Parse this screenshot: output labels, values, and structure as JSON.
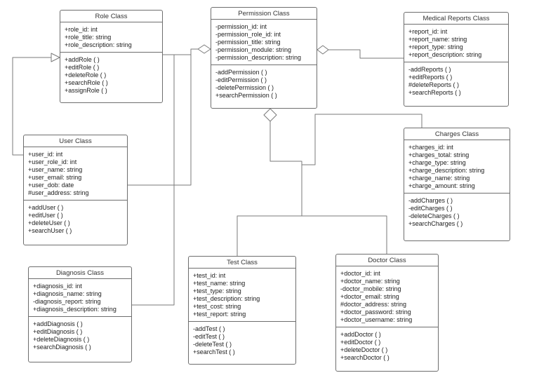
{
  "diagram": {
    "type": "uml-class-diagram",
    "classes": [
      {
        "name": "Role Class",
        "attributes": [
          "+role_id: int",
          "+role_title: string",
          "+role_description: string"
        ],
        "methods": [
          "+addRole ( )",
          "+editRole ( )",
          "+deleteRole ( )",
          "+searchRole ( )",
          "+assignRole ( )"
        ]
      },
      {
        "name": "Permission Class",
        "attributes": [
          "-permission_id: int",
          "-permission_role_id: int",
          "-permission_title: string",
          "-permission_module: string",
          "-permission_description: string"
        ],
        "methods": [
          "-addPermission ( )",
          "-editPermission ( )",
          "-deletePermission ( )",
          "+searchPermission ( )"
        ]
      },
      {
        "name": "Medical Reports Class",
        "attributes": [
          "+report_id: int",
          "+report_name: string",
          "+report_type: string",
          "+report_description: string"
        ],
        "methods": [
          "-addReports ( )",
          "+editReports ( )",
          "#deleteReports ( )",
          "+searchReports ( )"
        ]
      },
      {
        "name": "User Class",
        "attributes": [
          "+user_id: int",
          "+user_role_id: int",
          "+user_name: string",
          "+user_email: string",
          "+user_dob: date",
          "#user_address: string"
        ],
        "methods": [
          "+addUser ( )",
          "+editUser ( )",
          "+deleteUser ( )",
          "+searchUser ( )"
        ]
      },
      {
        "name": "Charges Class",
        "attributes": [
          "+charges_id: int",
          "+charges_total: string",
          "+charge_type: string",
          "+charge_description: string",
          "+charge_name: string",
          "+charge_amount: string"
        ],
        "methods": [
          "-addCharges ( )",
          "-editCharges ( )",
          "-deleteCharges ( )",
          "+searchCharges ( )"
        ]
      },
      {
        "name": "Diagnosis Class",
        "attributes": [
          "+diagnosis_id: int",
          "+diagnosis_name: string",
          "-diagnosis_report: string",
          "+diagnosis_description: string"
        ],
        "methods": [
          "+addDiagnosis ( )",
          "+editDiagnosis ( )",
          "+deleteDiagnosis ( )",
          "+searchDiagnosis ( )"
        ]
      },
      {
        "name": "Test Class",
        "attributes": [
          "+test_id: int",
          "+test_name: string",
          "+test_type: string",
          "+test_description: string",
          "+test_cost: string",
          "+test_report: string"
        ],
        "methods": [
          "-addTest ( )",
          "-editTest ( )",
          "-deleteTest ( )",
          "+searchTest ( )"
        ]
      },
      {
        "name": "Doctor Class",
        "attributes": [
          "+doctor_id: int",
          "+doctor_name: string",
          "-doctor_mobile: string",
          "+doctor_email: string",
          "#doctor_address: string",
          "+doctor_password: string",
          "+doctor_username: string"
        ],
        "methods": [
          "+addDoctor ( )",
          "+editDoctor ( )",
          "+deleteDoctor ( )",
          "+searchDoctor ( )"
        ]
      }
    ],
    "relationships": [
      {
        "type": "generalization",
        "from": "User Class",
        "to": "Role Class"
      },
      {
        "type": "aggregation",
        "owner": "Permission Class",
        "parts": [
          "Role Class",
          "User Class",
          "Diagnosis Class"
        ]
      },
      {
        "type": "aggregation",
        "owner": "Permission Class",
        "parts": [
          "Medical Reports Class"
        ]
      },
      {
        "type": "aggregation",
        "owner": "Permission Class",
        "parts": [
          "Test Class",
          "Doctor Class",
          "Charges Class"
        ]
      }
    ],
    "colors": {
      "line": "#7a7a7a",
      "border": "#6e6e6e",
      "text": "#1c1c1c",
      "background": "#ffffff"
    }
  }
}
